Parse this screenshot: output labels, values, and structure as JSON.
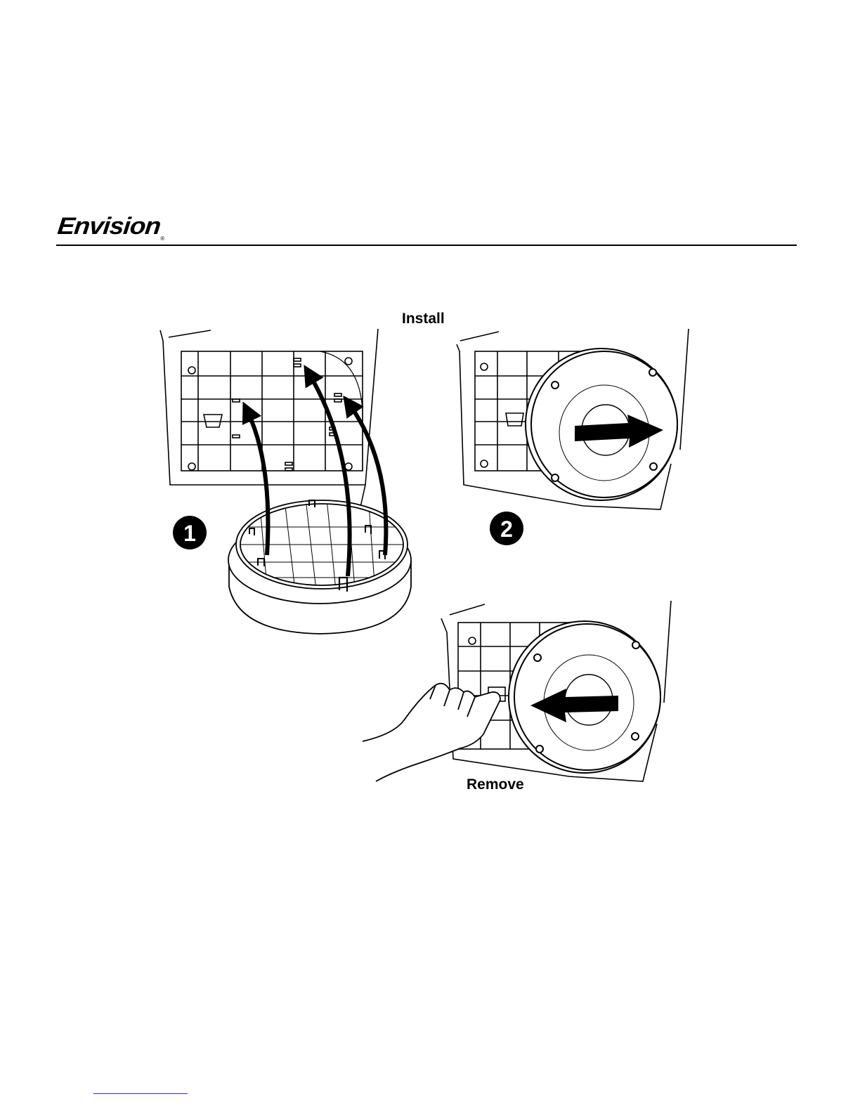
{
  "header": {
    "logo_text": "Envision",
    "logo_mark": "®"
  },
  "figure": {
    "install_caption": "Install",
    "remove_caption": "Remove",
    "step1": "1",
    "step2": "2"
  },
  "icons": {
    "install_arrow": "arrow-right-icon",
    "remove_arrow": "arrow-left-icon"
  },
  "colors": {
    "ink": "#000000",
    "background": "#ffffff",
    "link": "#2b2bd8"
  }
}
